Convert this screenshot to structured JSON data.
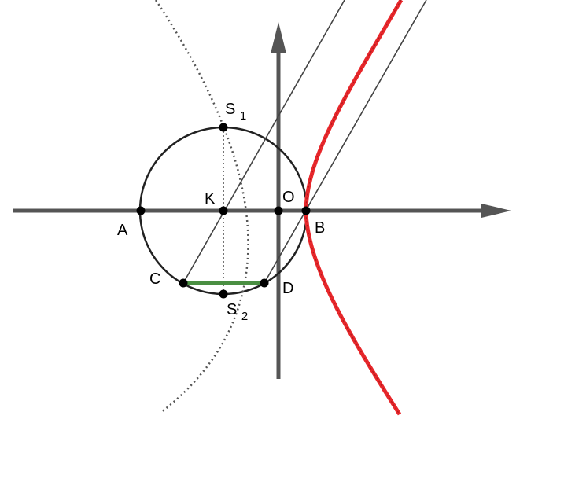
{
  "labels": {
    "A": "A",
    "B": "B",
    "C": "C",
    "D": "D",
    "K": "K",
    "O": "O",
    "S1": {
      "letter": "S",
      "sub": "1"
    },
    "S2": {
      "letter": "S",
      "sub": "2"
    }
  },
  "colors": {
    "axis": "#555555",
    "circle": "#222222",
    "thin_line": "#444444",
    "dotted": "#555555",
    "hyperbola": "#e8272b",
    "chord_cd": "#4a8f42",
    "point": "#000000"
  }
}
